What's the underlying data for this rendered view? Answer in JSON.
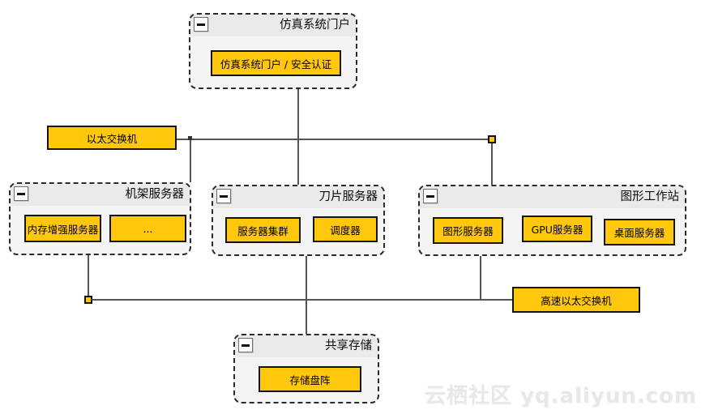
{
  "diagram": {
    "type": "system-architecture",
    "groups": [
      {
        "id": "portal",
        "title": "仿真系统门户",
        "items": [
          "仿真系统门户 / 安全认证"
        ]
      },
      {
        "id": "rack",
        "title": "机架服务器",
        "items": [
          "内存增强服务器",
          "..."
        ]
      },
      {
        "id": "blade",
        "title": "刀片服务器",
        "items": [
          "服务器集群",
          "调度器"
        ]
      },
      {
        "id": "graphics",
        "title": "图形工作站",
        "items": [
          "图形服务器",
          "GPU服务器",
          "桌面服务器"
        ]
      },
      {
        "id": "storage",
        "title": "共享存储",
        "items": [
          "存储盘阵"
        ]
      }
    ],
    "nodes": [
      {
        "id": "eth-switch",
        "label": "以太交换机"
      },
      {
        "id": "hs-eth-switch",
        "label": "高速以太交换机"
      }
    ],
    "icons": {
      "collapse": "minus-icon"
    },
    "colors": {
      "node_fill": "#FFC80D",
      "node_border": "#141414",
      "group_fill": "#F4F4F4",
      "group_titlebar": "#EAEAEA",
      "group_border": "#2B2B2B",
      "connector": "#555555",
      "watermark_text": "#E8E8E8"
    }
  },
  "watermark": {
    "text": "云栖社区 yq.aliyun.com"
  }
}
